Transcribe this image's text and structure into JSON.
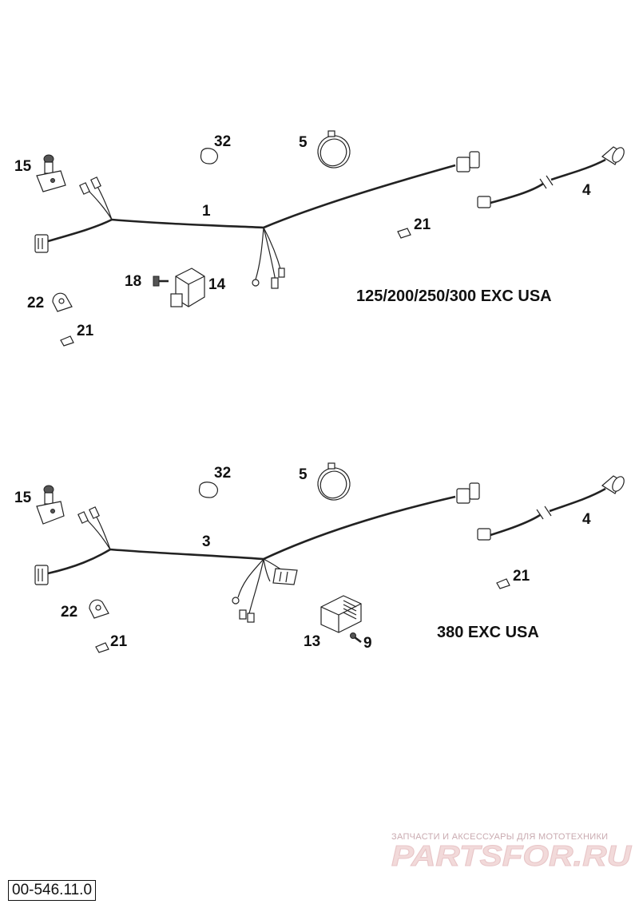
{
  "upper_section": {
    "model_label": "125/200/250/300 EXC USA",
    "callouts": {
      "c1": "1",
      "c4": "4",
      "c5": "5",
      "c14": "14",
      "c15": "15",
      "c18": "18",
      "c21a": "21",
      "c21b": "21",
      "c22": "22",
      "c32": "32"
    }
  },
  "lower_section": {
    "model_label": "380 EXC USA",
    "callouts": {
      "c3": "3",
      "c4": "4",
      "c5": "5",
      "c9": "9",
      "c13": "13",
      "c15": "15",
      "c21a": "21",
      "c21b": "21",
      "c22": "22",
      "c32": "32"
    }
  },
  "watermark": {
    "tagline": "ЗАПЧАСТИ И АКСЕССУАРЫ ДЛЯ МОТОТЕХНИКИ",
    "logo": "PARTSFOR.RU"
  },
  "drawing_reference": "00-546.11.0"
}
